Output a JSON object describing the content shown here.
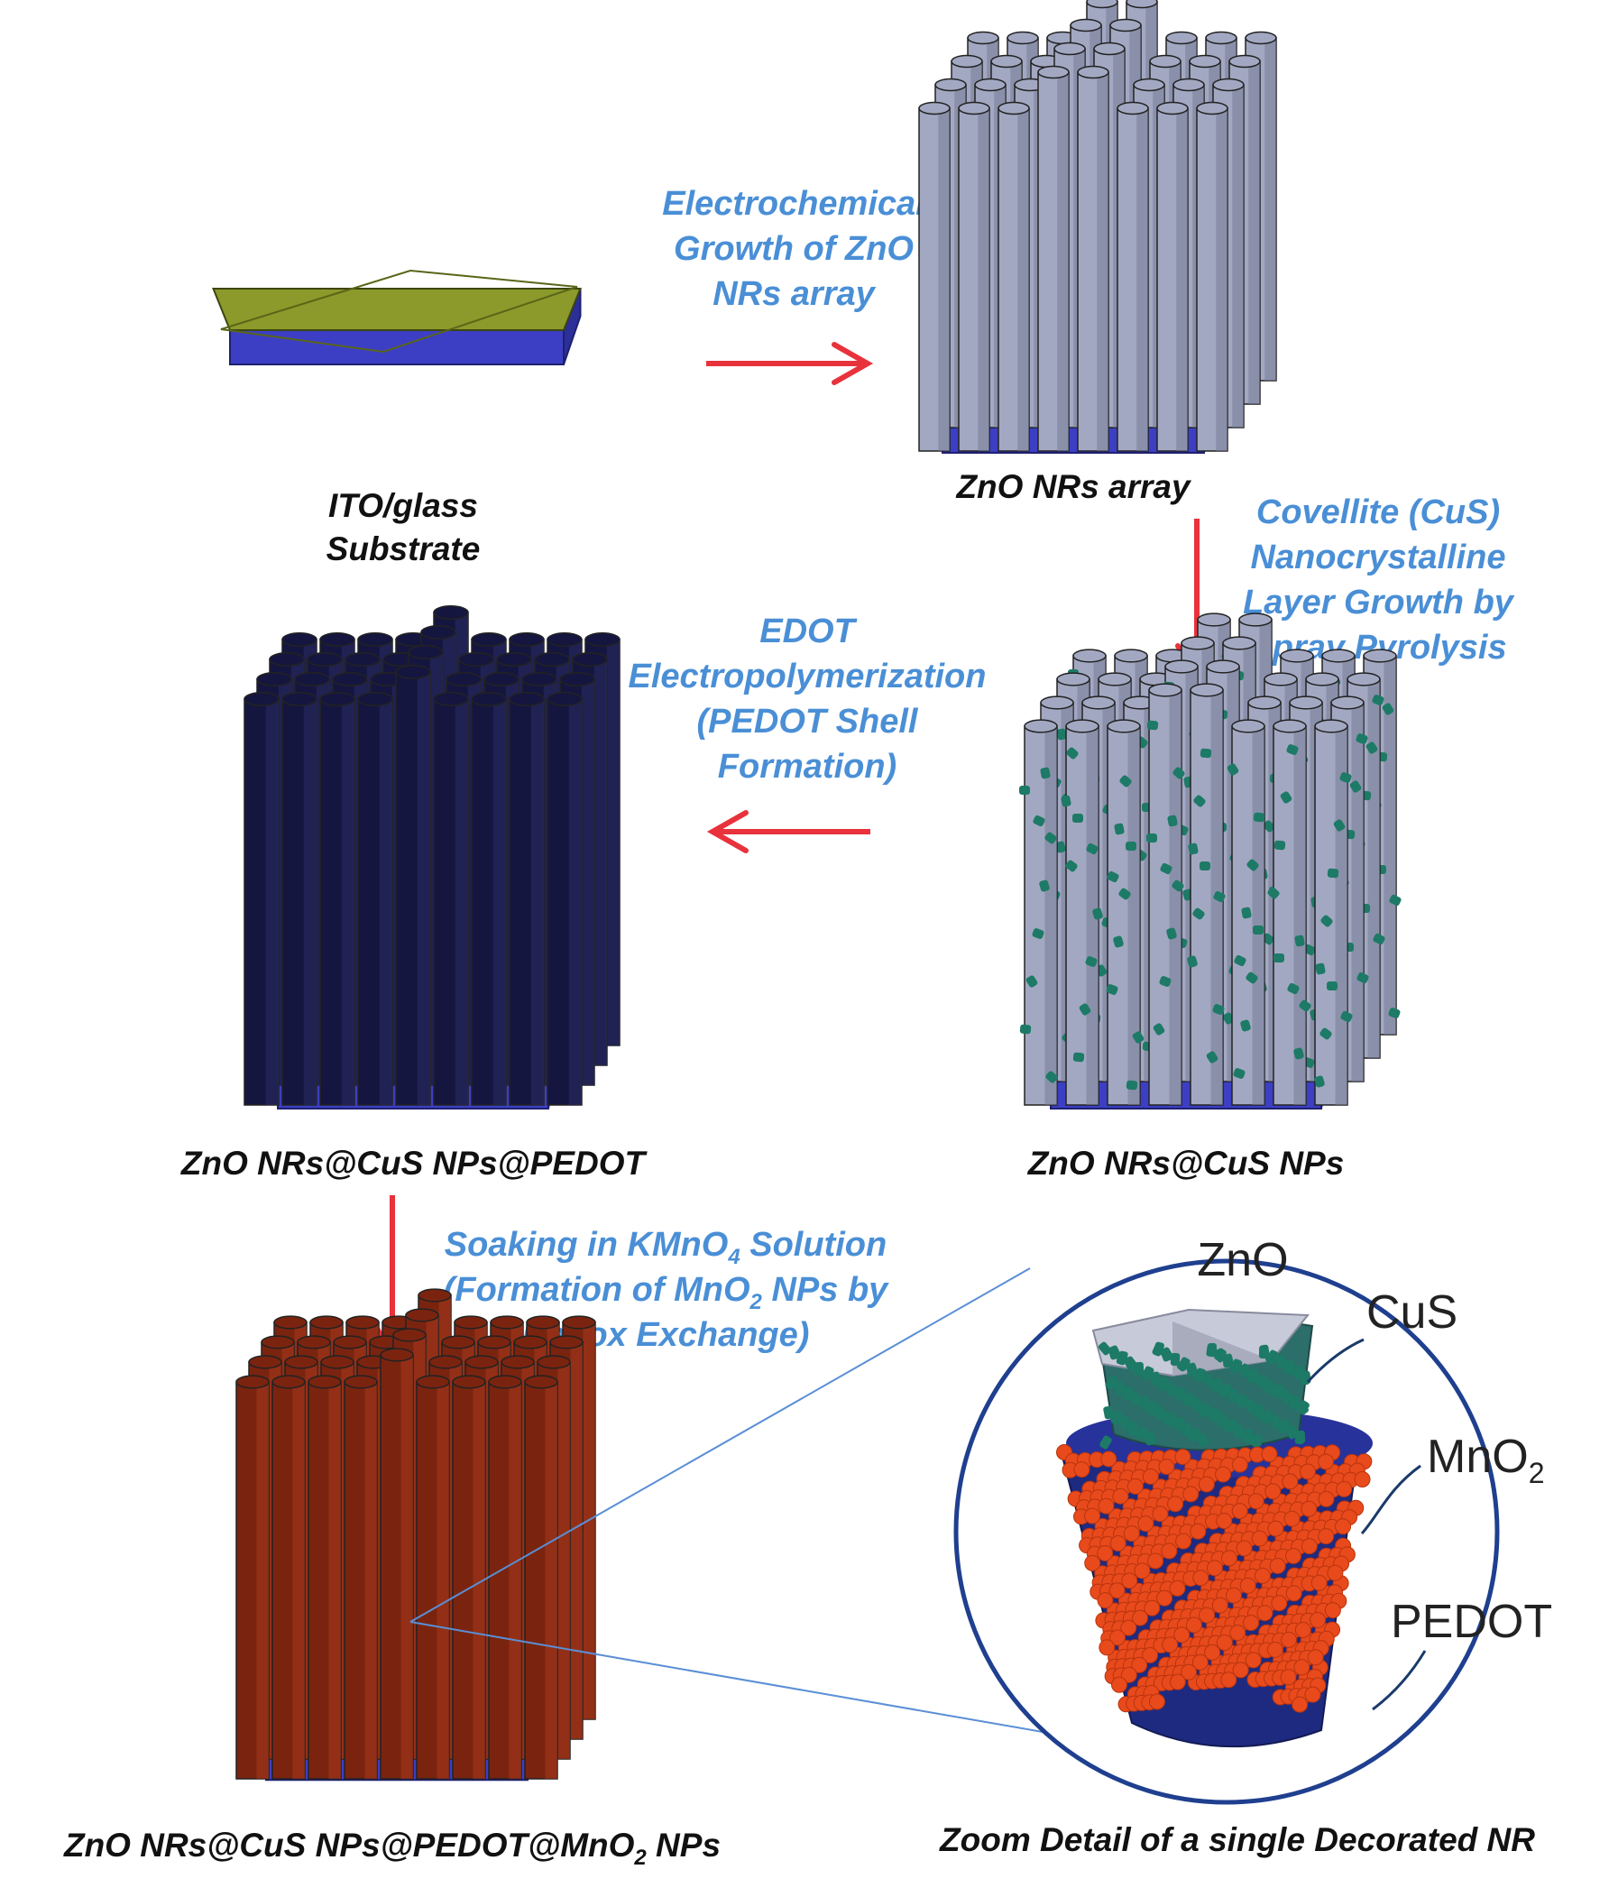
{
  "colors": {
    "substrate_top": "#8b9a2a",
    "substrate_top_dark": "#6f7d20",
    "substrate_side": "#3c3fc4",
    "substrate_side_dark": "#2c2f98",
    "zno_rod": "#a3a8c2",
    "zno_rod_dark": "#767c98",
    "cus_np": "#1d7a66",
    "pedot_rod": "#15163f",
    "pedot_rod_light": "#2a2d66",
    "mno2_rod": "#7a2410",
    "mno2_rod_light": "#a8391c",
    "mno2_np": "#e84a1c",
    "arrow": "#e8323c",
    "step_text": "#4a8fd6",
    "zoom_ring": "#1f3f8f",
    "leader_line": "#5a8fd6"
  },
  "steps": {
    "step1": [
      "Electrochemical",
      "Growth of ZnO",
      "NRs array"
    ],
    "step2": [
      "Covellite (CuS)",
      "Nanocrystalline",
      "Layer Growth by",
      "Spray Pyrolysis"
    ],
    "step3": [
      "EDOT",
      "Electropolymerization",
      "(PEDOT Shell",
      "Formation)"
    ],
    "step4": {
      "line1_a": "Soaking in KMnO",
      "line1_sub": "4",
      "line1_b": " Solution",
      "line2_a": "(Formation of MnO",
      "line2_sub": "2",
      "line2_b": " NPs by",
      "line3": "Redox Exchange)"
    }
  },
  "captions": {
    "substrate": [
      "ITO/glass",
      "Substrate"
    ],
    "zno_array": "ZnO NRs array",
    "zno_cus": "ZnO NRs@CuS NPs",
    "zno_cus_pedot": "ZnO NRs@CuS NPs@PEDOT",
    "final_a": "ZnO NRs@CuS NPs@PEDOT@MnO",
    "final_sub": "2",
    "final_b": " NPs",
    "zoom": "Zoom Detail of a single Decorated NR"
  },
  "zoom_labels": {
    "zno": "ZnO",
    "cus": "CuS",
    "mno2_a": "MnO",
    "mno2_sub": "2",
    "pedot": "PEDOT"
  }
}
